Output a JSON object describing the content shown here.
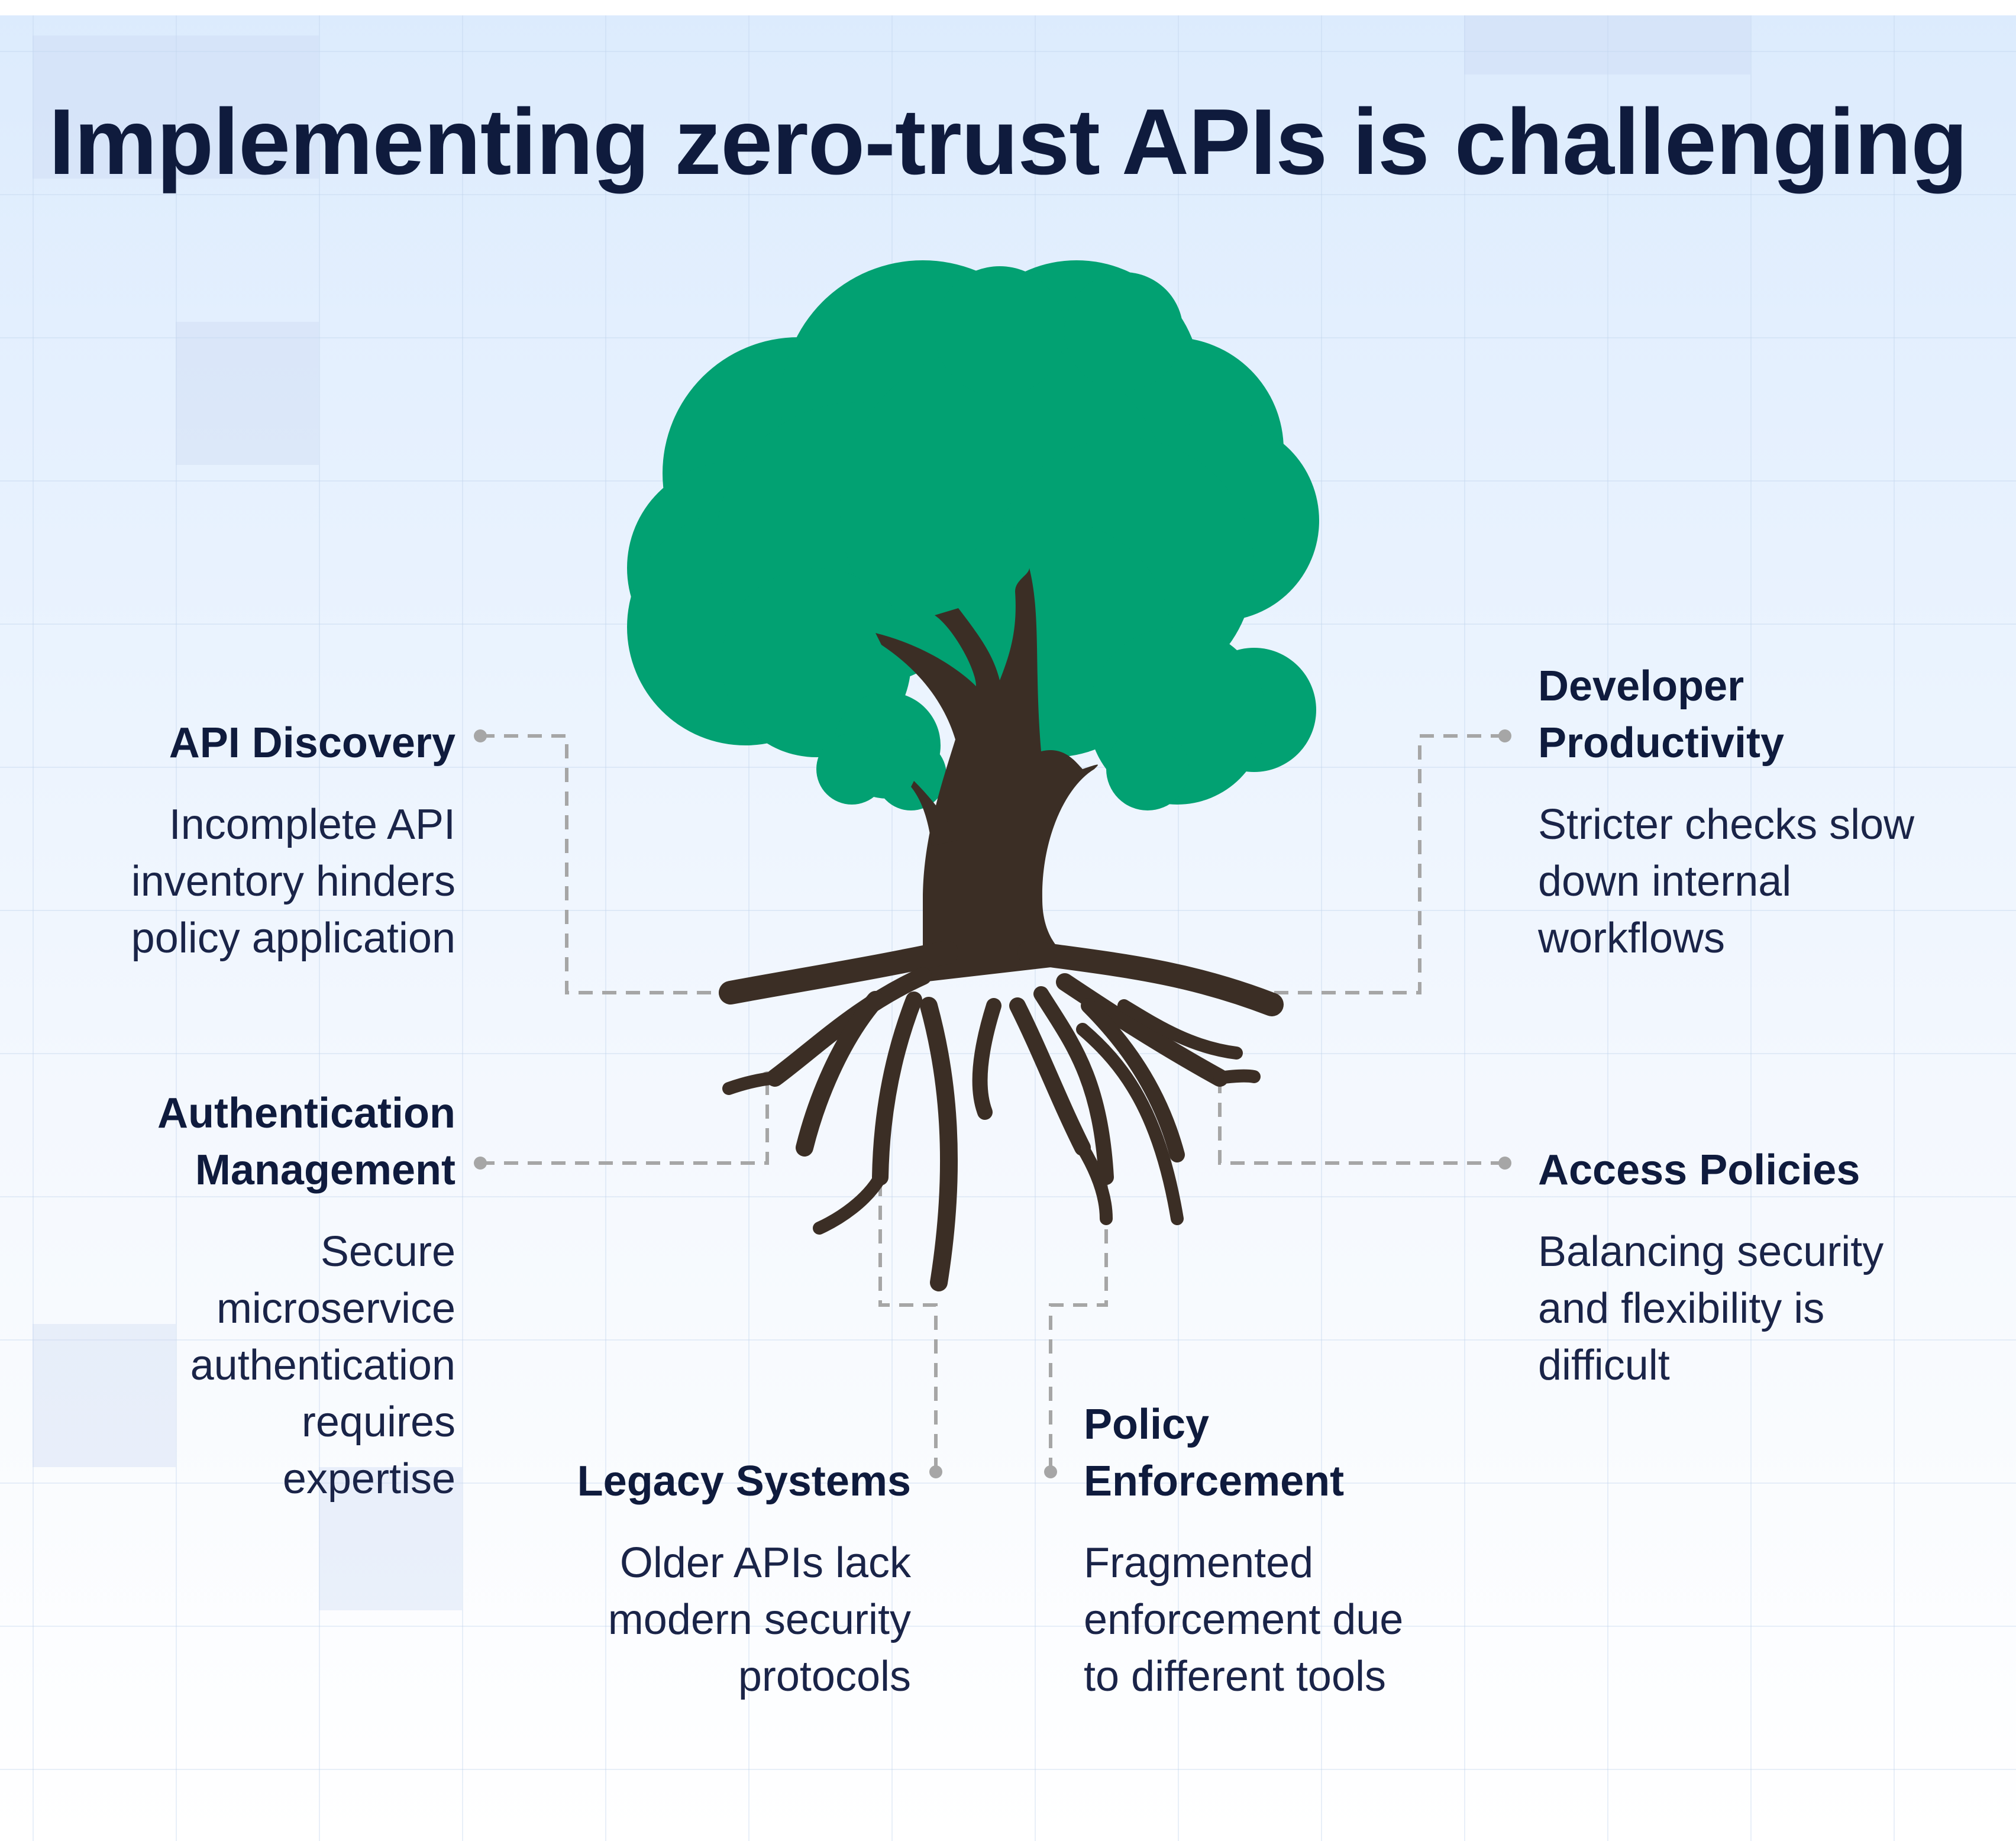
{
  "title": "Implementing zero-trust APIs is challenging",
  "colors": {
    "background": "#eaf3fe",
    "canopy": "#02a172",
    "trunk": "#3b2e25",
    "text": "#0f1b3d",
    "connector": "#a6a6a6"
  },
  "challenges": [
    {
      "title": "API Discovery",
      "description": "Incomplete API inventory hinders policy application"
    },
    {
      "title": "Authentication Management",
      "description": "Secure microservice authentication requires expertise"
    },
    {
      "title": "Legacy Systems",
      "description": "Older APIs lack modern security protocols"
    },
    {
      "title": "Policy Enforcement",
      "description": "Fragmented enforcement due to different tools"
    },
    {
      "title": "Developer Productivity",
      "description": "Stricter checks slow down internal workflows"
    },
    {
      "title": "Access Policies",
      "description": "Balancing security and flexibility is difficult"
    }
  ],
  "icons": [
    "tree-illustration"
  ]
}
